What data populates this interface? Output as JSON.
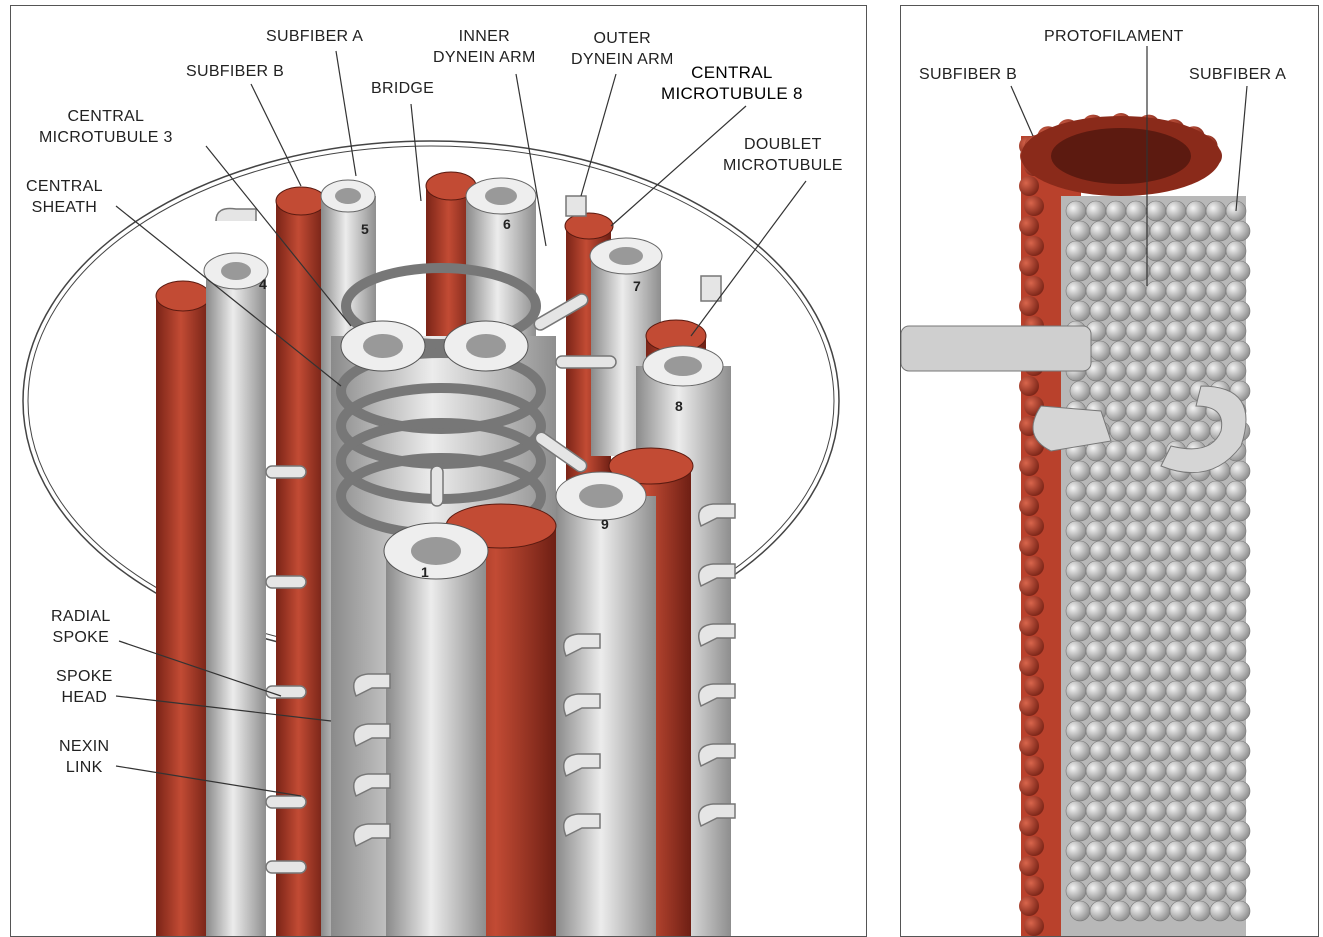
{
  "left_labels": {
    "subfiber_a": "SUBFIBER A",
    "subfiber_b": "SUBFIBER B",
    "bridge": "BRIDGE",
    "inner_dynein_arm": "INNER\nDYNEIN ARM",
    "outer_dynein_arm": "OUTER\nDYNEIN ARM",
    "central_microtubule_8": "CENTRAL\nMICROTUBULE 8",
    "central_microtubule_3": "CENTRAL\nMICROTUBULE 3",
    "doublet_microtubule": "DOUBLET\nMICROTUBULE",
    "central_sheath": "CENTRAL\nSHEATH",
    "radial_spoke": "RADIAL\nSPOKE",
    "spoke_head": "SPOKE\nHEAD",
    "nexin_link": "NEXIN\nLINK"
  },
  "doublet_numbers": [
    "1",
    "4",
    "5",
    "6",
    "7",
    "8",
    "9"
  ],
  "right_labels": {
    "protofilament": "PROTOFILAMENT",
    "subfiber_b": "SUBFIBER B",
    "subfiber_a": "SUBFIBER A"
  },
  "colors": {
    "subfiber_b_red": "#b9412c",
    "tubule_grey": "#d8d8d8",
    "outline": "#444444"
  }
}
